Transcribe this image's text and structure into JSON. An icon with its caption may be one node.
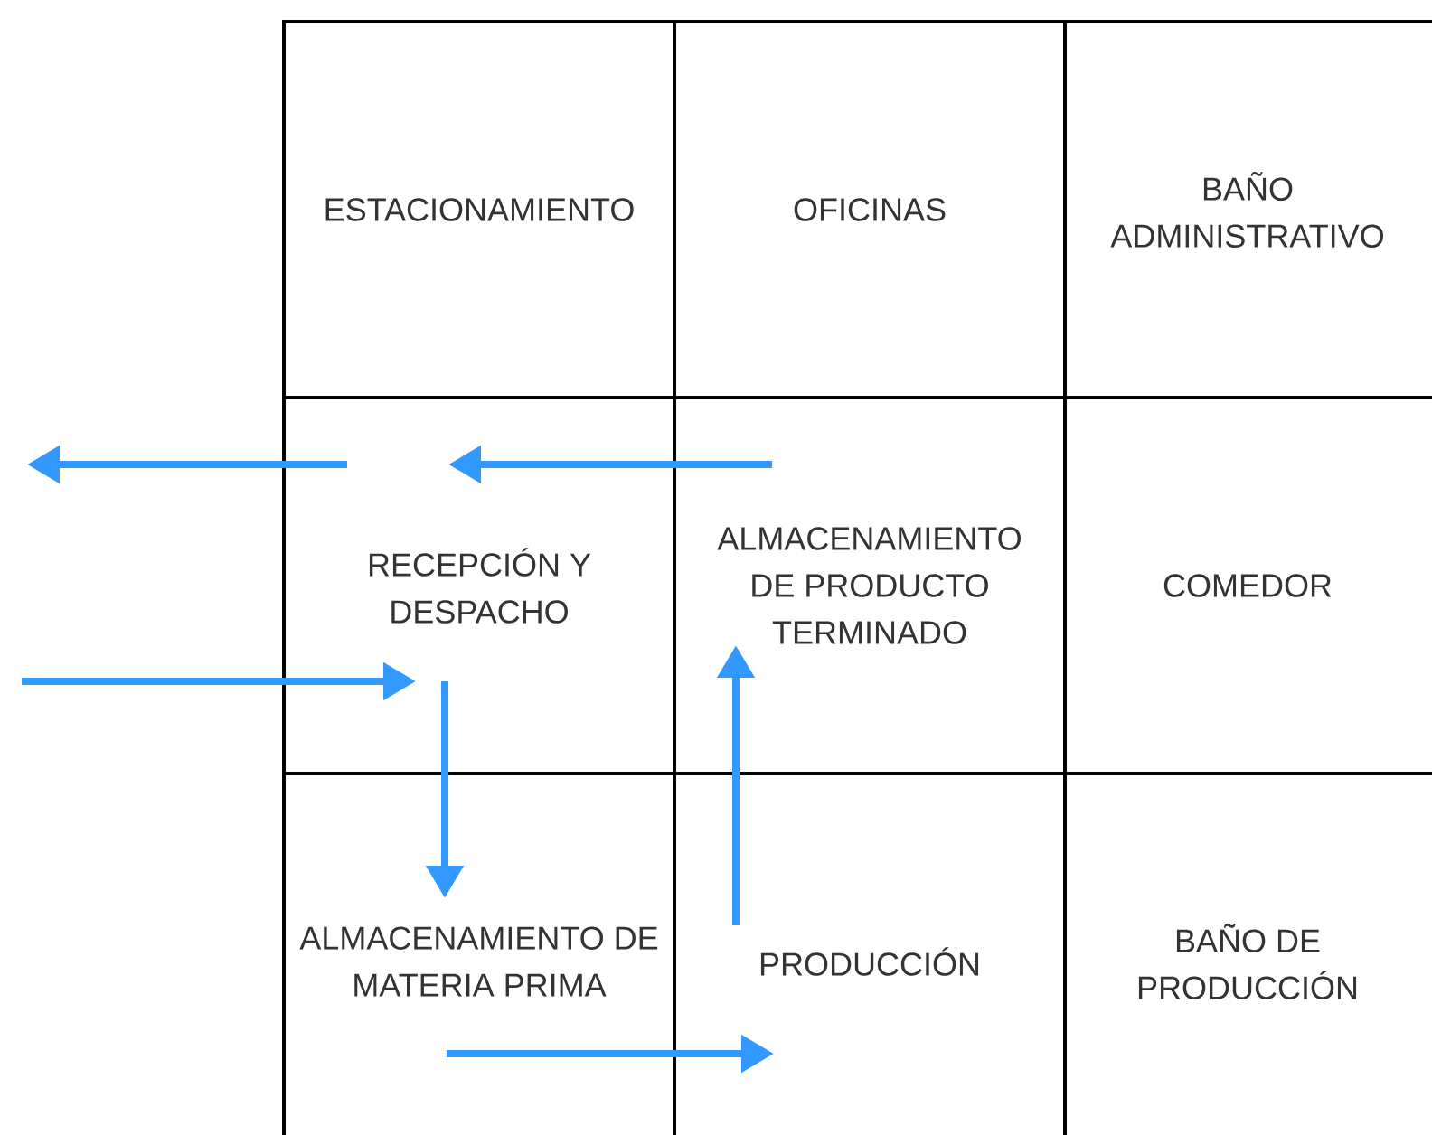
{
  "diagram": {
    "nodes": [
      {
        "text": [
          "ESTACIONAMIENTO"
        ]
      },
      {
        "text": [
          "OFICINAS"
        ]
      },
      {
        "text": [
          "BAÑO ADMINISTRATIVO"
        ]
      },
      {
        "text": [
          "RECEPCIÓN Y DESPACHO"
        ]
      },
      {
        "text": [
          "ALMACENAMIENTO DE PRODUCTO TERMINADO"
        ]
      },
      {
        "text": [
          "COMEDOR"
        ]
      },
      {
        "text": [
          "ALMACENAMIENTO DE MATERIA PRIMA"
        ]
      },
      {
        "text": [
          "PRODUCCIÓN"
        ]
      },
      {
        "text": [
          "BAÑO DE PRODUCCIÓN"
        ]
      }
    ],
    "edges": [
      {
        "from": 3,
        "to": null,
        "arrow": "to"
      },
      {
        "from": 4,
        "to": 3,
        "arrow": "to"
      },
      {
        "from": null,
        "to": 3,
        "arrow": "to"
      },
      {
        "from": 3,
        "to": 6,
        "arrow": "to"
      },
      {
        "from": 6,
        "to": 7,
        "arrow": "to"
      },
      {
        "from": 7,
        "to": 4,
        "arrow": "to"
      }
    ]
  }
}
